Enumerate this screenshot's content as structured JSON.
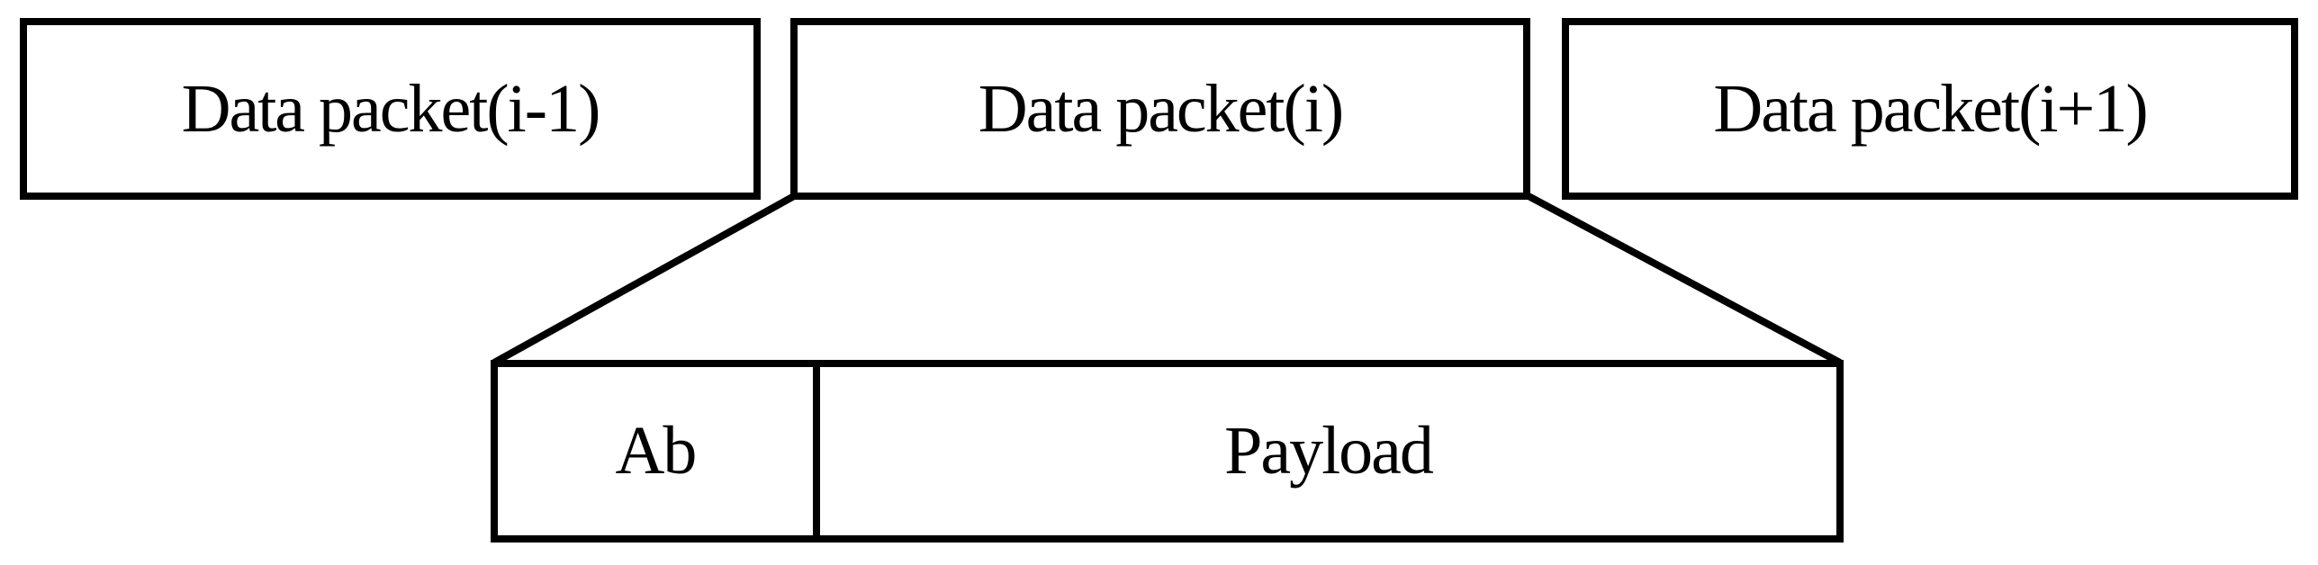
{
  "colors": {
    "stroke": "#000000",
    "background": "#ffffff"
  },
  "packet_row": {
    "boxes": [
      {
        "id": "prev",
        "label": "Data packet(i-1)"
      },
      {
        "id": "current",
        "label": "Data packet(i)"
      },
      {
        "id": "next",
        "label": "Data packet(i+1)"
      }
    ]
  },
  "packet_detail": {
    "expanded_from": "Data packet(i)",
    "fields": [
      {
        "id": "ab",
        "label": "Ab"
      },
      {
        "id": "payload",
        "label": "Payload"
      }
    ]
  }
}
